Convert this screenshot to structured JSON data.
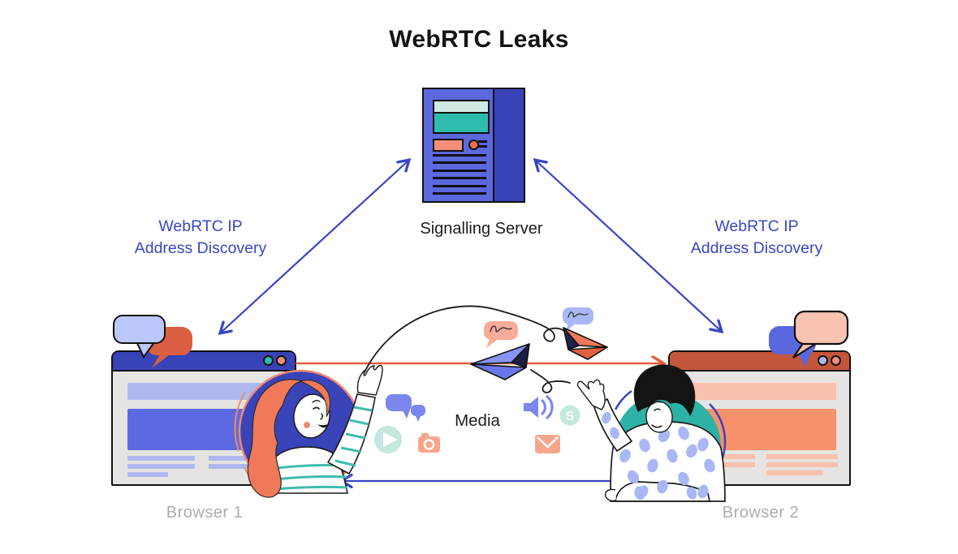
{
  "title": "WebRTC Leaks",
  "server": {
    "label": "Signalling Server"
  },
  "labels": {
    "left_discovery_line1": "WebRTC IP",
    "left_discovery_line2": "Address Discovery",
    "right_discovery_line1": "WebRTC IP",
    "right_discovery_line2": "Address Discovery",
    "media": "Media"
  },
  "browsers": {
    "browser1_label": "Browser 1",
    "browser2_label": "Browser 2"
  },
  "icons": {
    "skype_letter": "S",
    "center_media_icons": [
      "chat-bubbles-icon",
      "play-icon",
      "camera-icon",
      "volume-icon",
      "skype-icon",
      "mail-icon"
    ],
    "decorations": [
      "paper-plane-blue",
      "paper-plane-orange",
      "speech-bubbles",
      "flight-path-curves"
    ]
  },
  "colors": {
    "arrow_blue": "#3a45c4",
    "indigo": "#3843b8",
    "periwinkle": "#5c68de",
    "light_periwinkle": "#aeb9f2",
    "teal": "#2fb3a7",
    "light_teal": "#c4e7e0",
    "orange_line": "#e2603f",
    "salmon": "#f6916c",
    "light_salmon": "#f9c0ac",
    "window_gray": "#e5e4e2",
    "gray_text": "#adadad"
  }
}
